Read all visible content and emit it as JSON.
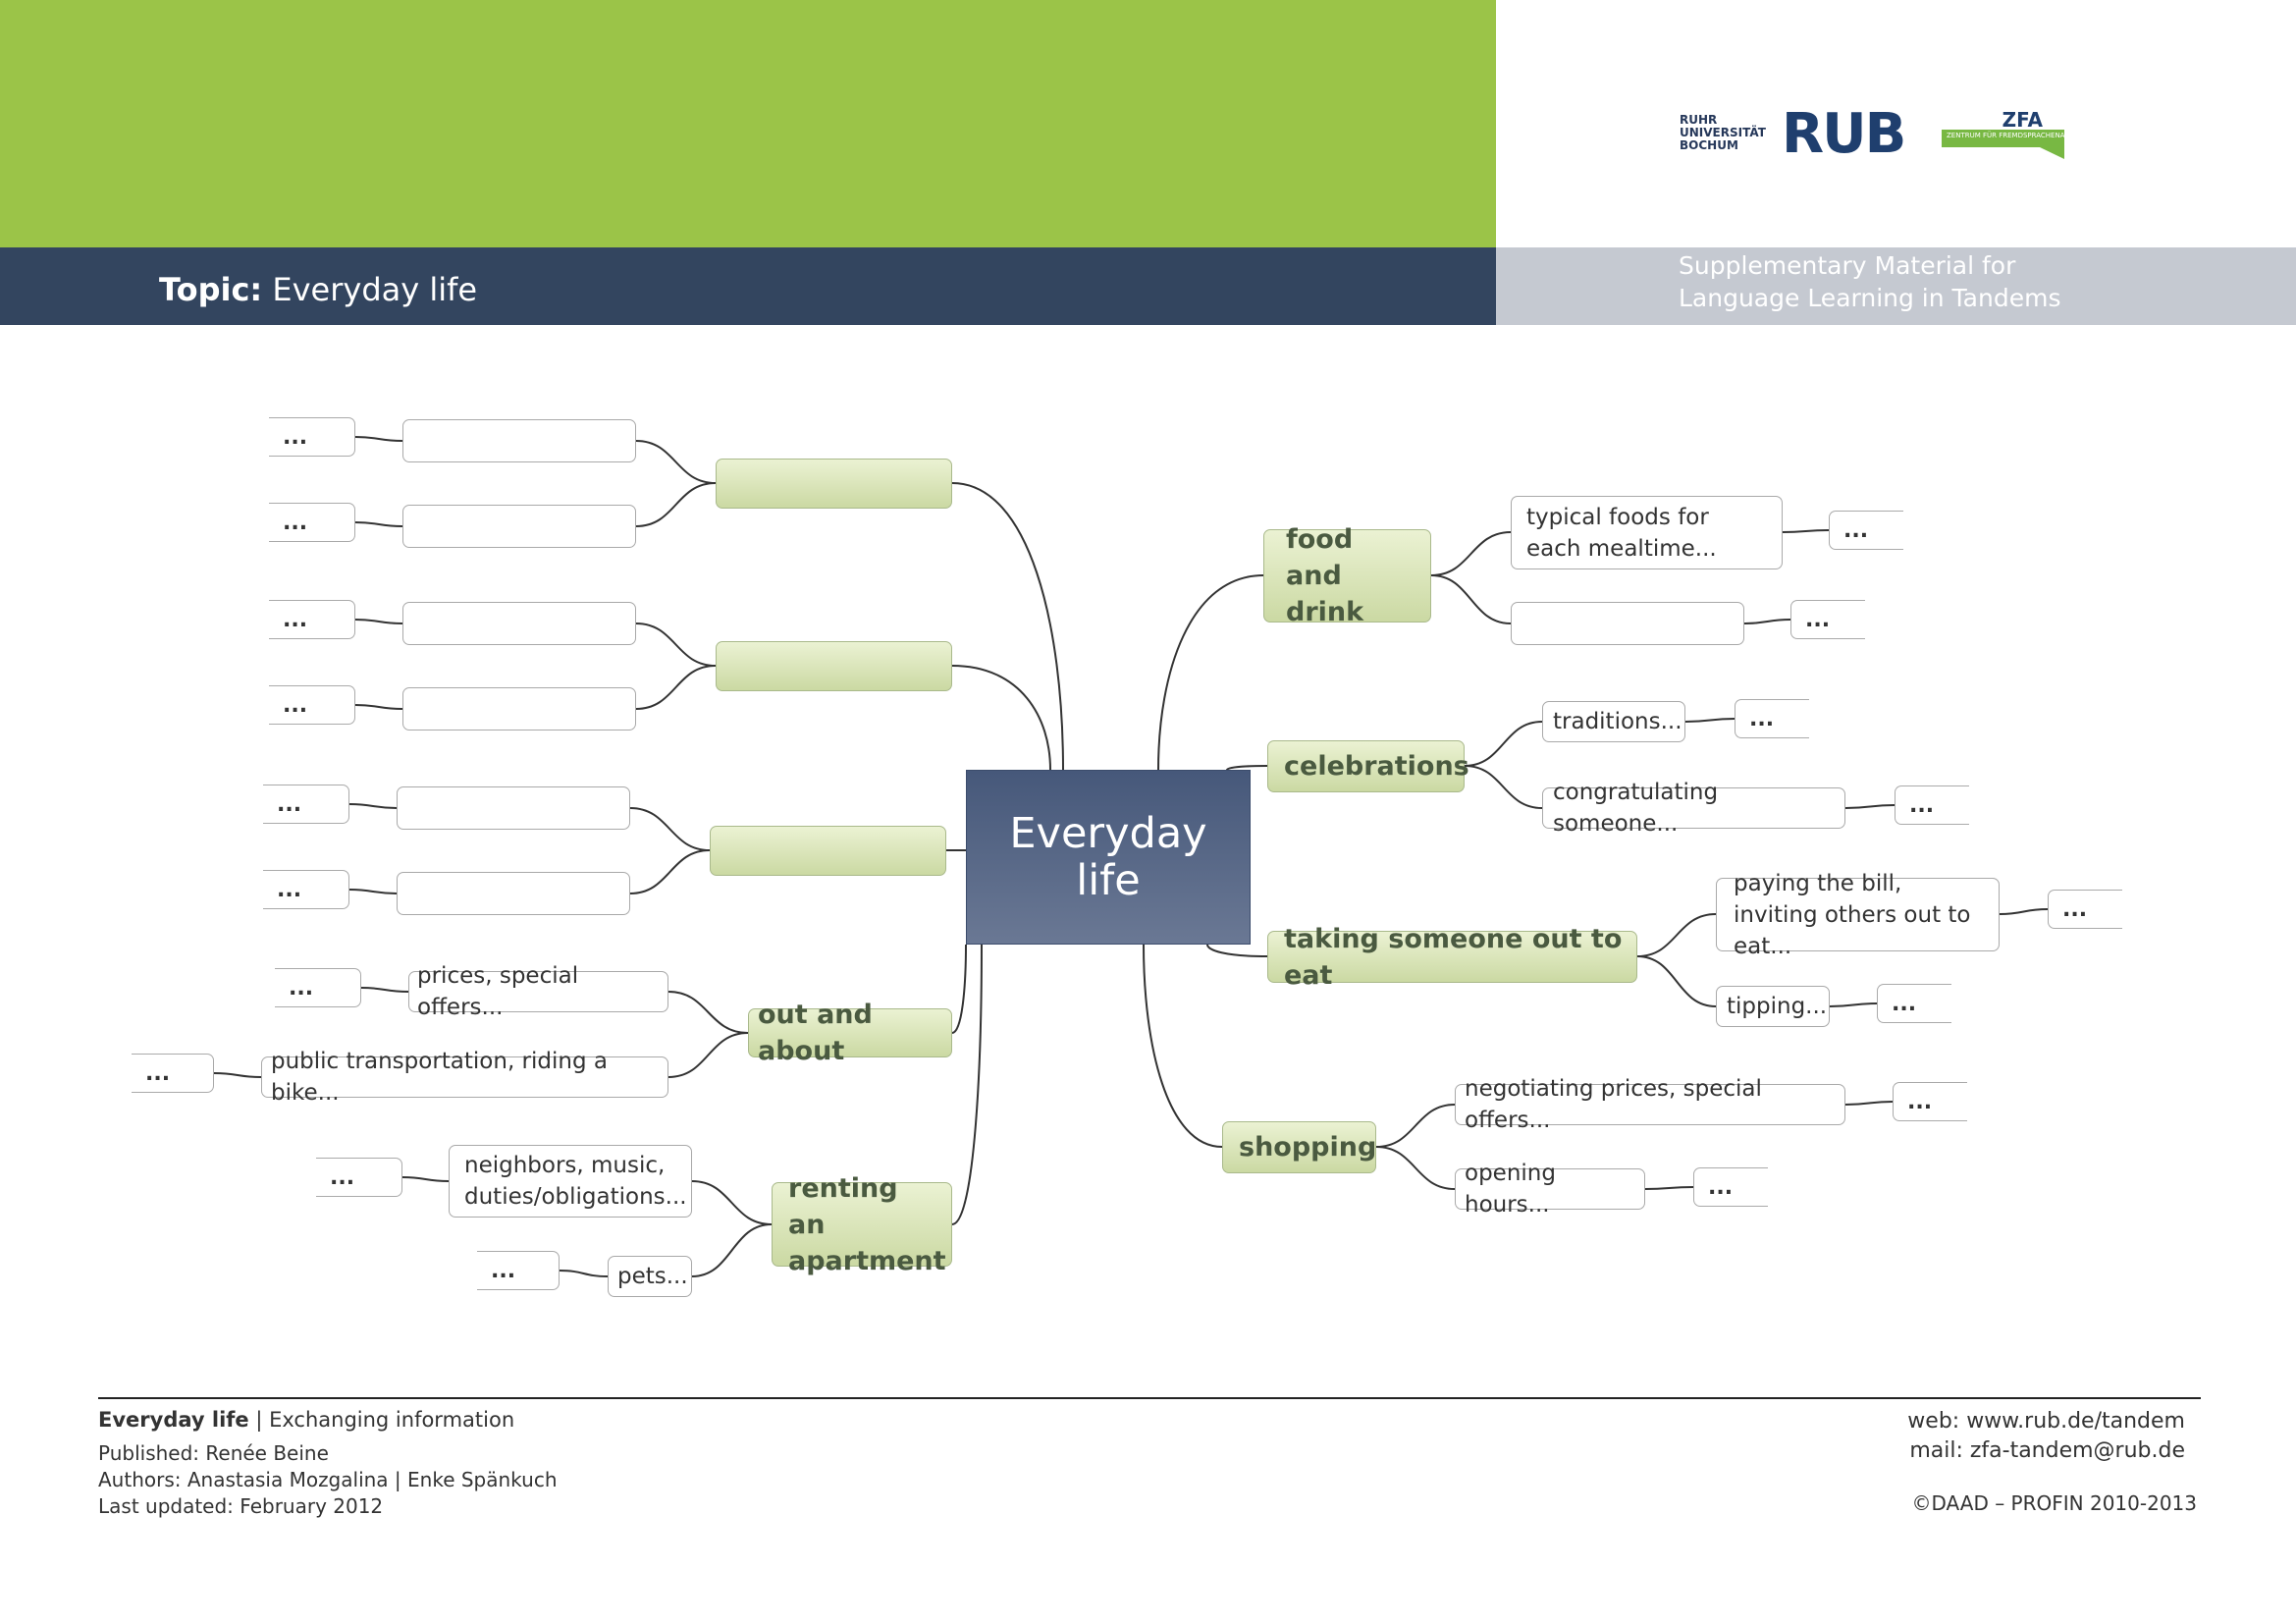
{
  "header": {
    "topic_label": "Topic:",
    "topic_value": "Everyday life",
    "supplementary_line1": "Supplementary Material for",
    "supplementary_line2": "Language Learning in Tandems",
    "logo_rub_small": "RUHR UNIVERSITÄT BOCHUM",
    "logo_rub": "RUB",
    "logo_zfa": "ZFA",
    "logo_zfa_sub": "ZENTRUM FÜR FREMDSPRACHENAUSBILDUNG",
    "colors": {
      "green": "#9bc448",
      "navy": "#33455f",
      "grey": "#c5c9d1"
    }
  },
  "mindmap": {
    "center": "Everyday life",
    "left": [
      {
        "label": "",
        "children": [
          {
            "label": "",
            "leaf": "..."
          },
          {
            "label": "",
            "leaf": "..."
          }
        ]
      },
      {
        "label": "",
        "children": [
          {
            "label": "",
            "leaf": "..."
          },
          {
            "label": "",
            "leaf": "..."
          }
        ]
      },
      {
        "label": "",
        "children": [
          {
            "label": "",
            "leaf": "..."
          },
          {
            "label": "",
            "leaf": "..."
          }
        ]
      },
      {
        "label": "out and about",
        "children": [
          {
            "label": "prices, special offers...",
            "leaf": "..."
          },
          {
            "label": "public transportation, riding a bike...",
            "leaf": "..."
          }
        ]
      },
      {
        "label": "renting an apartment",
        "children": [
          {
            "label": "neighbors, music, duties/obligations...",
            "leaf": "..."
          },
          {
            "label": "pets...",
            "leaf": "..."
          }
        ]
      }
    ],
    "right": [
      {
        "label": "food and drink",
        "children": [
          {
            "label": "typical foods for each mealtime...",
            "leaf": "..."
          },
          {
            "label": "",
            "leaf": "..."
          }
        ]
      },
      {
        "label": "celebrations",
        "children": [
          {
            "label": "traditions...",
            "leaf": "..."
          },
          {
            "label": "congratulating someone...",
            "leaf": "..."
          }
        ]
      },
      {
        "label": "taking someone out to eat",
        "children": [
          {
            "label": "paying the bill, inviting others out to eat...",
            "leaf": "..."
          },
          {
            "label": "tipping...",
            "leaf": "..."
          }
        ]
      },
      {
        "label": "shopping",
        "children": [
          {
            "label": "negotiating prices, special offers...",
            "leaf": "..."
          },
          {
            "label": "opening hours...",
            "leaf": "..."
          }
        ]
      }
    ]
  },
  "footer": {
    "title_bold": "Everyday life",
    "title_rest": " | Exchanging information",
    "published": "Published: Renée Beine",
    "authors": "Authors: Anastasia Mozgalina | Enke Spänkuch",
    "updated": "Last updated: February 2012",
    "web": "web: www.rub.de/tandem",
    "mail": "mail: zfa-tandem@rub.de",
    "copyright": "©DAAD – PROFIN 2010-2013"
  }
}
